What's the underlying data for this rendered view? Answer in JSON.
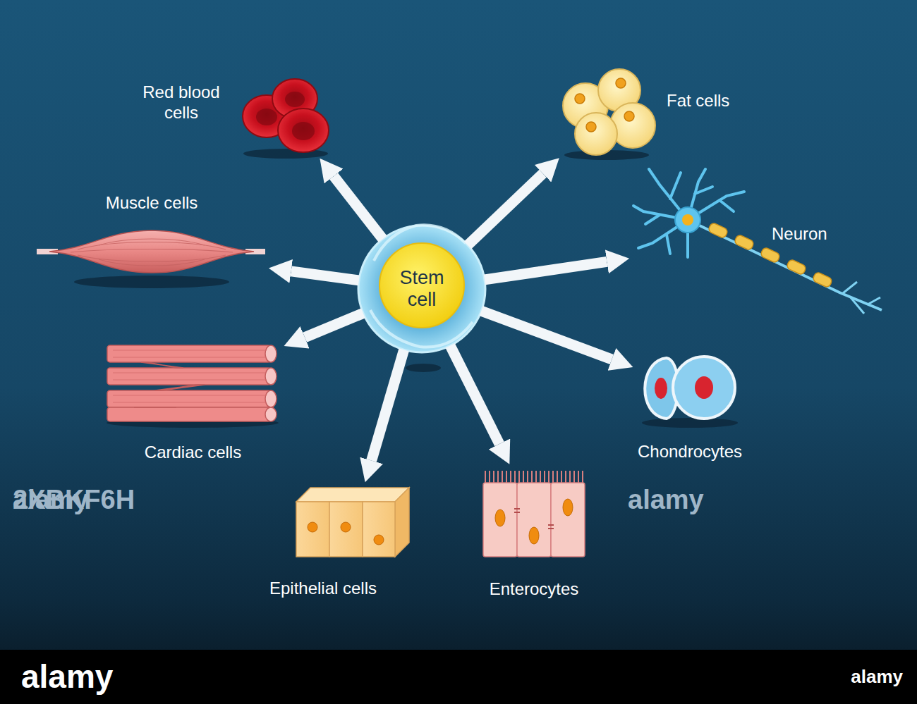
{
  "diagram": {
    "nodes": [
      {
        "text": [
          "Stem cell"
        ]
      },
      {
        "text": [
          "Red blood cells"
        ]
      },
      {
        "text": [
          "Fat cells"
        ]
      },
      {
        "text": [
          "Muscle cells"
        ]
      },
      {
        "text": [
          "Neuron"
        ]
      },
      {
        "text": [
          "Cardiac cells"
        ]
      },
      {
        "text": [
          "Chondrocytes"
        ]
      },
      {
        "text": [
          "Epithelial cells"
        ]
      },
      {
        "text": [
          "Enterocytes"
        ]
      }
    ],
    "edges": [
      {
        "from": 0,
        "to": 1,
        "arrow": "to"
      },
      {
        "from": 0,
        "to": 2,
        "arrow": "to"
      },
      {
        "from": 0,
        "to": 3,
        "arrow": "to"
      },
      {
        "from": 0,
        "to": 4,
        "arrow": "to"
      },
      {
        "from": 0,
        "to": 5,
        "arrow": "to"
      },
      {
        "from": 0,
        "to": 6,
        "arrow": "to"
      },
      {
        "from": 0,
        "to": 7,
        "arrow": "to"
      },
      {
        "from": 0,
        "to": 8,
        "arrow": "to"
      }
    ],
    "labels": [
      "alamy",
      "alamy",
      "alamy",
      "alamy",
      "2XBKF6H"
    ]
  }
}
